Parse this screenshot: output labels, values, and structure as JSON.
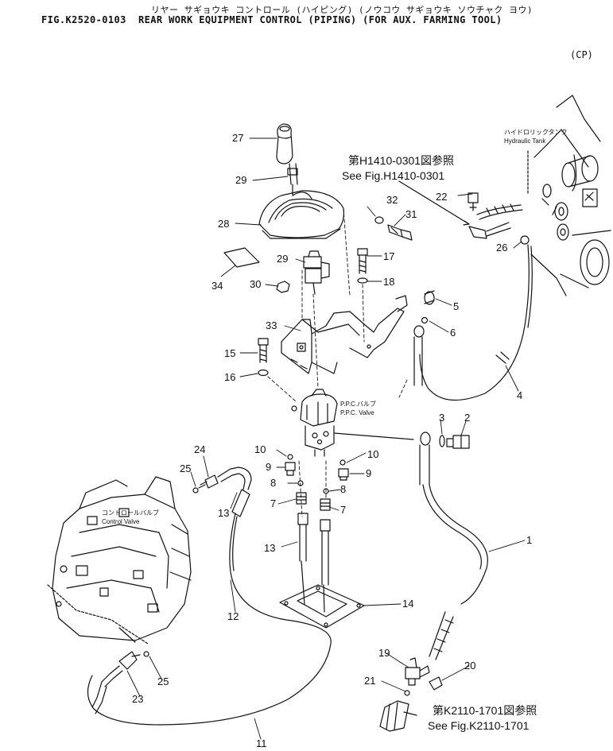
{
  "header": {
    "jp_title": "リヤー サギョウキ コントロール (ハイピング) (ノウコウ サギョウキ ソウチャク ヨウ)",
    "fig_code": "FIG.K2520-0103",
    "fig_title": "REAR WORK EQUIPMENT CONTROL (PIPING) (FOR AUX. FARMING TOOL)",
    "region_code": "(CP)"
  },
  "references": {
    "h1410_jp": "第H1410-0301図参照",
    "h1410_en": "See Fig.H1410-0301",
    "k2110_jp": "第K2110-1701図参照",
    "k2110_en": "See Fig.K2110-1701"
  },
  "labels": {
    "hydraulic_tank_jp": "ハイドロリックタンク",
    "hydraulic_tank_en": "Hydraulic Tank",
    "ppc_valve_jp": "P.P.C.バルブ",
    "ppc_valve_en": "P.P.C. Valve",
    "control_valve_jp": "コントロールバルブ",
    "control_valve_en": "Control Valve"
  },
  "callouts": {
    "c1": "1",
    "c2": "2",
    "c3": "3",
    "c4": "4",
    "c5": "5",
    "c6": "6",
    "c7a": "7",
    "c7b": "7",
    "c8a": "8",
    "c8b": "8",
    "c9a": "9",
    "c9b": "9",
    "c10a": "10",
    "c10b": "10",
    "c11": "11",
    "c12": "12",
    "c13a": "13",
    "c13b": "13",
    "c14": "14",
    "c15": "15",
    "c16": "16",
    "c17": "17",
    "c18": "18",
    "c19": "19",
    "c20": "20",
    "c21": "21",
    "c22": "22",
    "c23": "23",
    "c24": "24",
    "c25a": "25",
    "c25b": "25",
    "c26": "26",
    "c27": "27",
    "c28": "28",
    "c29a": "29",
    "c29b": "29",
    "c30": "30",
    "c31": "31",
    "c32": "32",
    "c33": "33",
    "c34": "34"
  }
}
